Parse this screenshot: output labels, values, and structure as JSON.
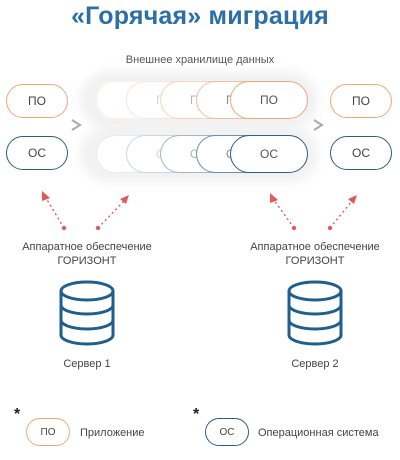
{
  "title": "«Горячая» миграция",
  "storage_label": "Внешнее хранилище данных",
  "po_label": "ПО",
  "os_label": "ОС",
  "hardware": {
    "line1": "Аппаратное обеспечение",
    "line2": "ГОРИЗОНТ"
  },
  "servers": [
    "Сервер 1",
    "Сервер 2"
  ],
  "legend": {
    "star": "*",
    "po_key": "ПО",
    "po_desc": "Приложение",
    "os_key": "ОС",
    "os_desc": "Операционная система"
  },
  "colors": {
    "title": "#2c6fa8",
    "po_border": "#f0a77a",
    "os_border": "#2a5f87",
    "arrow": "#e05a5a",
    "server": "#1f5f8f"
  }
}
